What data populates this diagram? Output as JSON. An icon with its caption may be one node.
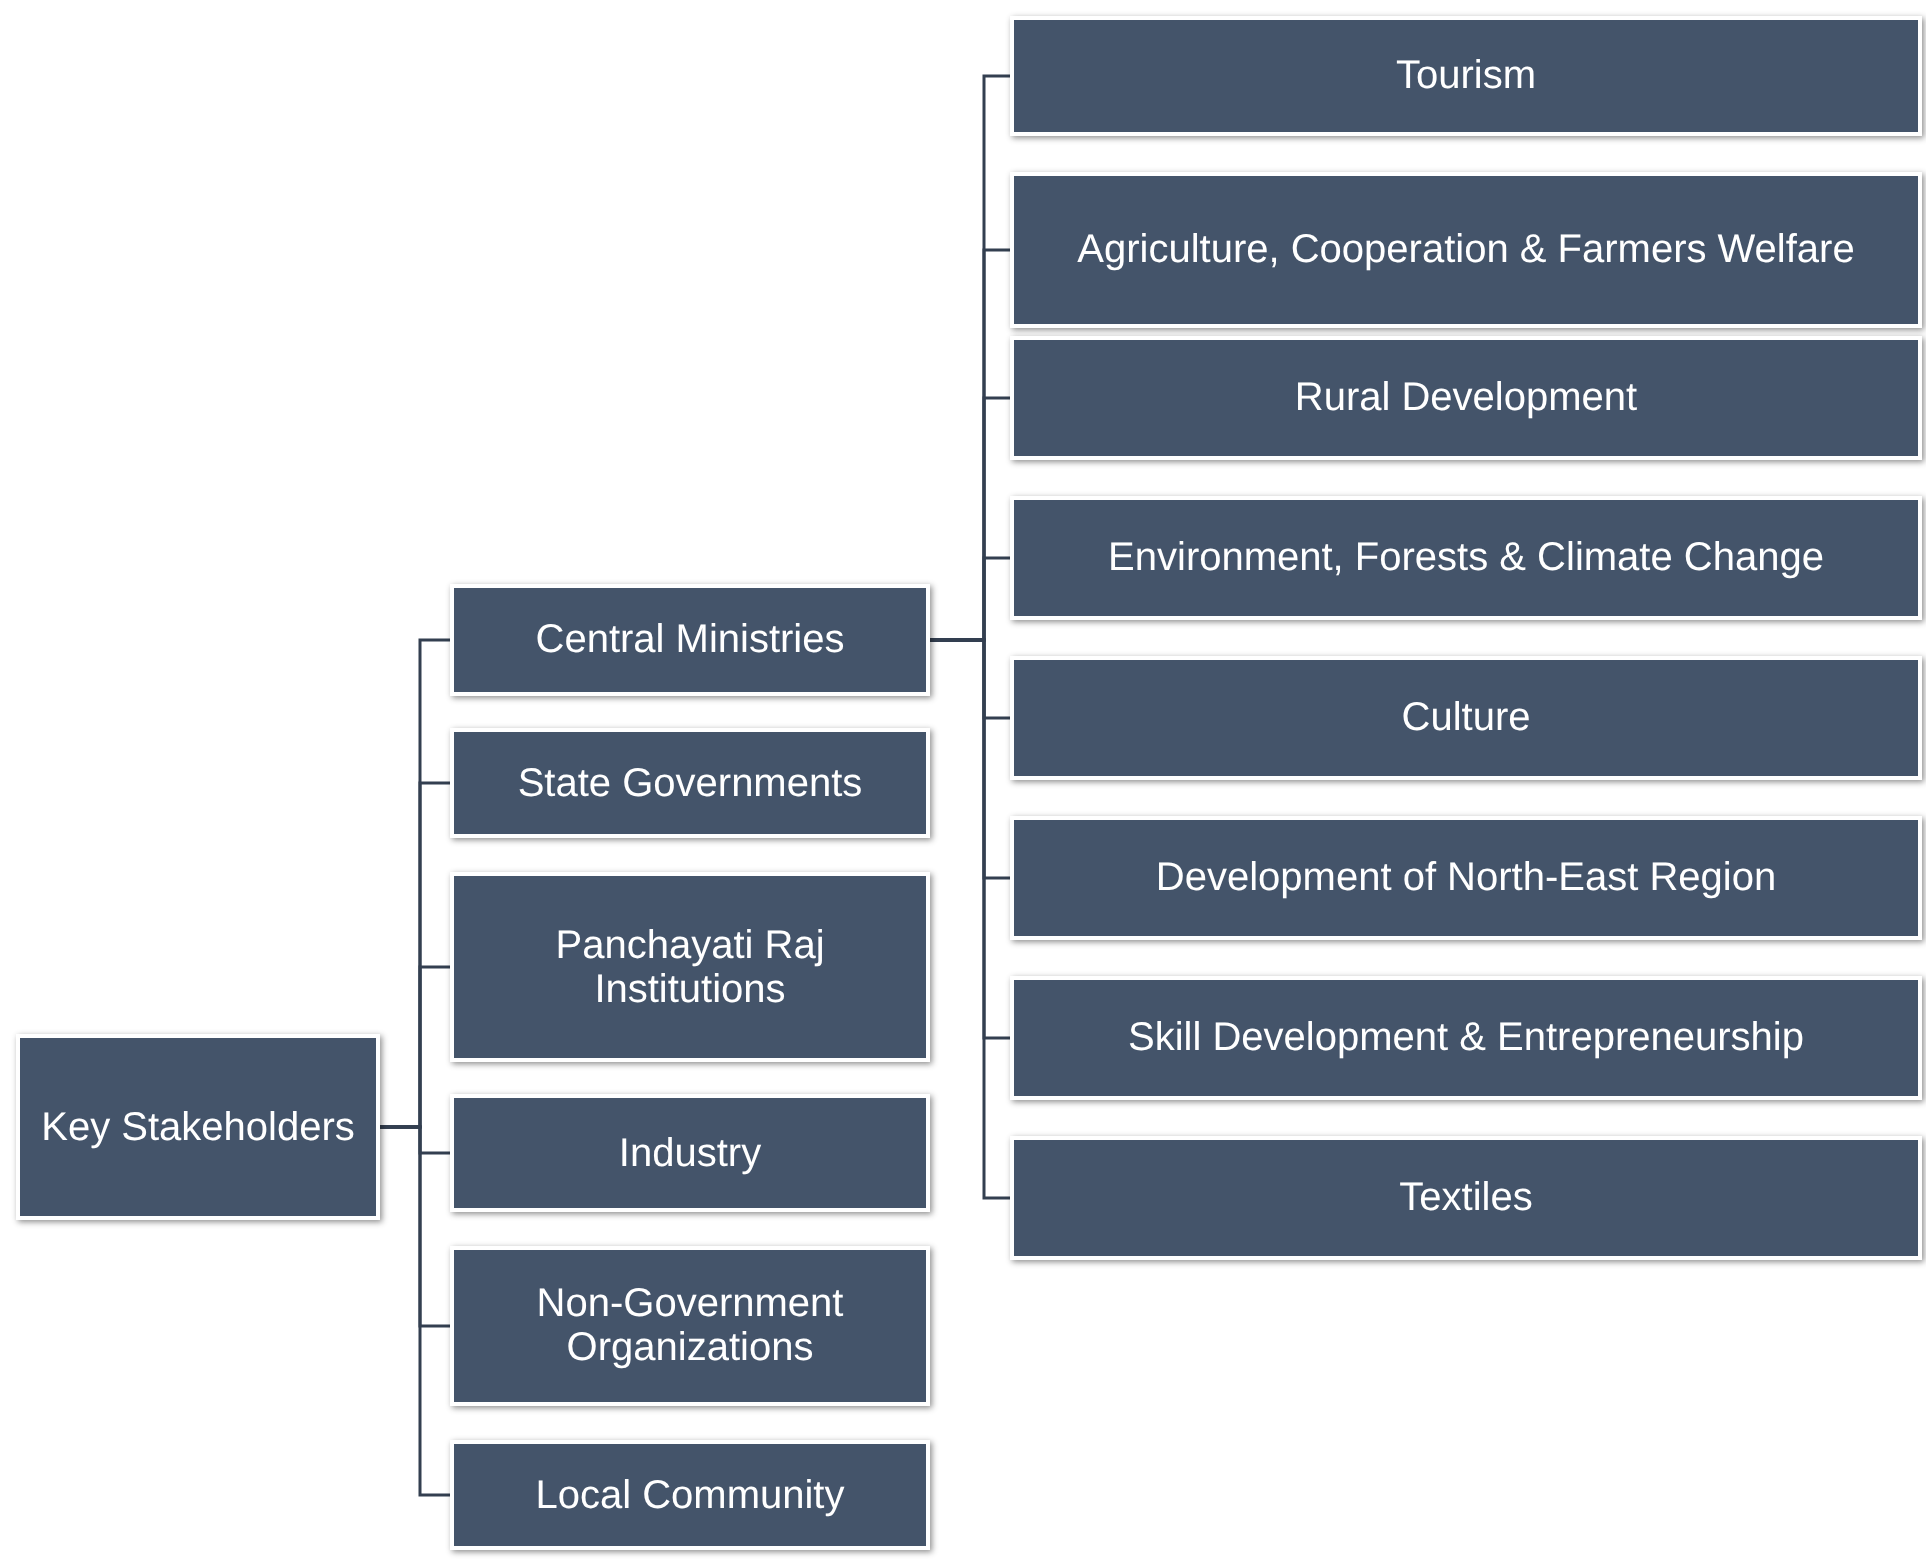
{
  "diagram": {
    "nodes": [
      {
        "text": [
          "Key Stakeholders"
        ]
      },
      {
        "text": [
          "Central Ministries"
        ]
      },
      {
        "text": [
          "State Governments"
        ]
      },
      {
        "text": [
          "Panchayati Raj Institutions"
        ]
      },
      {
        "text": [
          "Industry"
        ]
      },
      {
        "text": [
          "Non-Government Organizations"
        ]
      },
      {
        "text": [
          "Local Community"
        ]
      },
      {
        "text": [
          "Tourism"
        ]
      },
      {
        "text": [
          "Agriculture, Cooperation & Farmers Welfare"
        ]
      },
      {
        "text": [
          "Rural Development"
        ]
      },
      {
        "text": [
          "Environment, Forests & Climate Change"
        ]
      },
      {
        "text": [
          "Culture"
        ]
      },
      {
        "text": [
          "Development of North-East Region"
        ]
      },
      {
        "text": [
          "Skill Development & Entrepreneurship"
        ]
      },
      {
        "text": [
          "Textiles"
        ]
      }
    ],
    "edges": [
      {
        "from": 0,
        "to": 1,
        "arrow": "none"
      },
      {
        "from": 0,
        "to": 2,
        "arrow": "none"
      },
      {
        "from": 0,
        "to": 3,
        "arrow": "none"
      },
      {
        "from": 0,
        "to": 4,
        "arrow": "none"
      },
      {
        "from": 0,
        "to": 5,
        "arrow": "none"
      },
      {
        "from": 0,
        "to": 6,
        "arrow": "none"
      },
      {
        "from": 1,
        "to": 7,
        "arrow": "none"
      },
      {
        "from": 1,
        "to": 8,
        "arrow": "none"
      },
      {
        "from": 1,
        "to": 9,
        "arrow": "none"
      },
      {
        "from": 1,
        "to": 10,
        "arrow": "none"
      },
      {
        "from": 1,
        "to": 11,
        "arrow": "none"
      },
      {
        "from": 1,
        "to": 12,
        "arrow": "none"
      },
      {
        "from": 1,
        "to": 13,
        "arrow": "none"
      },
      {
        "from": 1,
        "to": 14,
        "arrow": "none"
      }
    ]
  }
}
